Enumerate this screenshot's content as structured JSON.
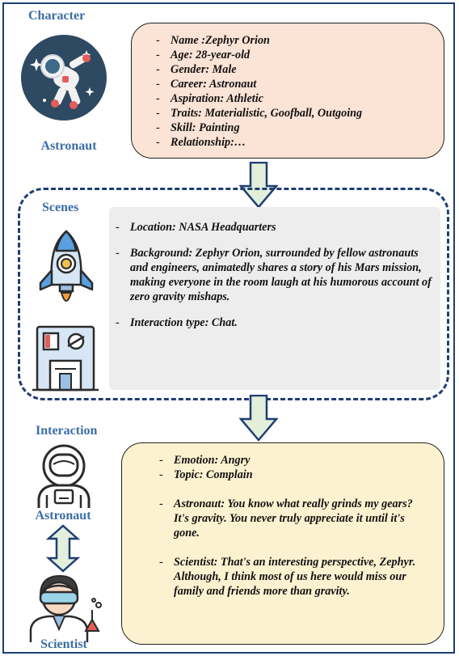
{
  "character": {
    "title": "Character",
    "caption": "Astronaut",
    "items": [
      "Name :Zephyr Orion",
      "Age: 28-year-old",
      "Gender: Male",
      "Career: Astronaut",
      "Aspiration: Athletic",
      "Traits: Materialistic, Goofball, Outgoing",
      "Skill: Painting",
      "Relationship:…"
    ]
  },
  "scenes": {
    "title": "Scenes",
    "items": [
      "Location: NASA Headquarters",
      "Background: Zephyr Orion, surrounded by fellow astronauts and engineers, animatedly shares a story of his Mars mission, making everyone in the room laugh at his humorous account of zero gravity mishaps.",
      "Interaction type: Chat."
    ]
  },
  "interaction": {
    "title": "Interaction",
    "caption_top": "Astronaut",
    "caption_bottom": "Scientist",
    "items": [
      "Emotion: Angry",
      "Topic: Complain",
      "Astronaut: You know what really grinds my gears? It's gravity. You never truly appreciate it until it's gone.",
      "Scientist: That's an interesting perspective, Zephyr. Although, I think most of us here would miss our family and friends more than gravity."
    ]
  },
  "colors": {
    "frame": "#1f3e73",
    "label": "#3b6ea5",
    "character_box": "#fbe3d6",
    "scenes_box": "#ededed",
    "interaction_box": "#fdf2d0",
    "arrow_fill": "#e2efda",
    "arrow_stroke": "#1f3e73"
  },
  "icons": [
    "astronaut-floating-icon",
    "rocket-icon",
    "building-icon",
    "astronaut-helmet-icon",
    "scientist-icon",
    "double-arrow-icon"
  ]
}
